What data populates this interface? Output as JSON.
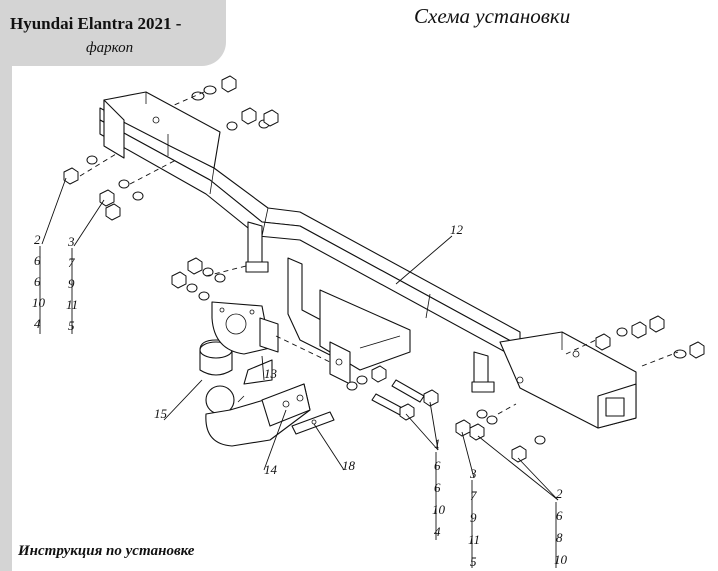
{
  "header": {
    "title": "Hyundai Elantra 2021 -",
    "subtitle": "фаркоп"
  },
  "diagram": {
    "title": "Схема установки",
    "callouts": {
      "main_beam": "12",
      "ball": "15",
      "socket_plate": "13",
      "ball_mount": "14",
      "clip": "18"
    },
    "left_stack_a": [
      "2",
      "6",
      "6",
      "10",
      "4"
    ],
    "left_stack_b": [
      "3",
      "7",
      "9",
      "11",
      "5"
    ],
    "center_stack": [
      "1",
      "6",
      "6",
      "10",
      "4"
    ],
    "bottom_stack_a": [
      "3",
      "7",
      "9",
      "11",
      "5"
    ],
    "bottom_stack_b": [
      "2",
      "6",
      "8",
      "10"
    ]
  },
  "footer": {
    "title": "Инструкция по установке"
  }
}
